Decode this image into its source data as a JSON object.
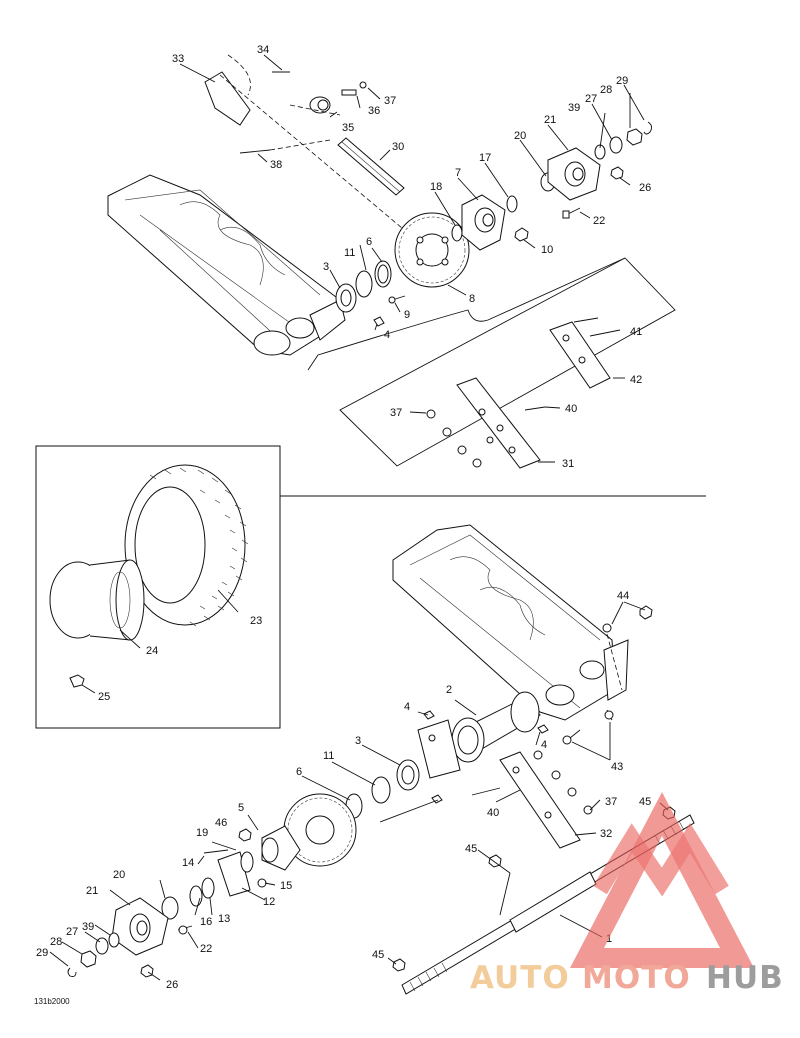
{
  "figure_ref": "131b2000",
  "callouts": {
    "upper": [
      "33",
      "34",
      "35",
      "36",
      "37",
      "38",
      "30",
      "39",
      "27",
      "28",
      "29",
      "21",
      "20",
      "17",
      "7",
      "18",
      "26",
      "22",
      "10",
      "6",
      "11",
      "3",
      "8",
      "9",
      "4",
      "41",
      "42",
      "37",
      "40",
      "31"
    ],
    "inset": [
      "23",
      "24",
      "25"
    ],
    "lower": [
      "44",
      "2",
      "4",
      "3",
      "11",
      "6",
      "4",
      "43",
      "37",
      "45",
      "40",
      "32",
      "46",
      "5",
      "19",
      "14",
      "15",
      "20",
      "12",
      "16",
      "13",
      "21",
      "27",
      "39",
      "28",
      "29",
      "22",
      "26",
      "45",
      "1",
      "45"
    ]
  },
  "watermark": {
    "brand_part1": "AUTO",
    "brand_part2": "MOTO",
    "brand_part3": "HUB",
    "color_part1": "#f2c48a",
    "color_part2": "#ef9a88",
    "color_part3": "#8c8c8c",
    "triangle_color": "#e9605a"
  }
}
